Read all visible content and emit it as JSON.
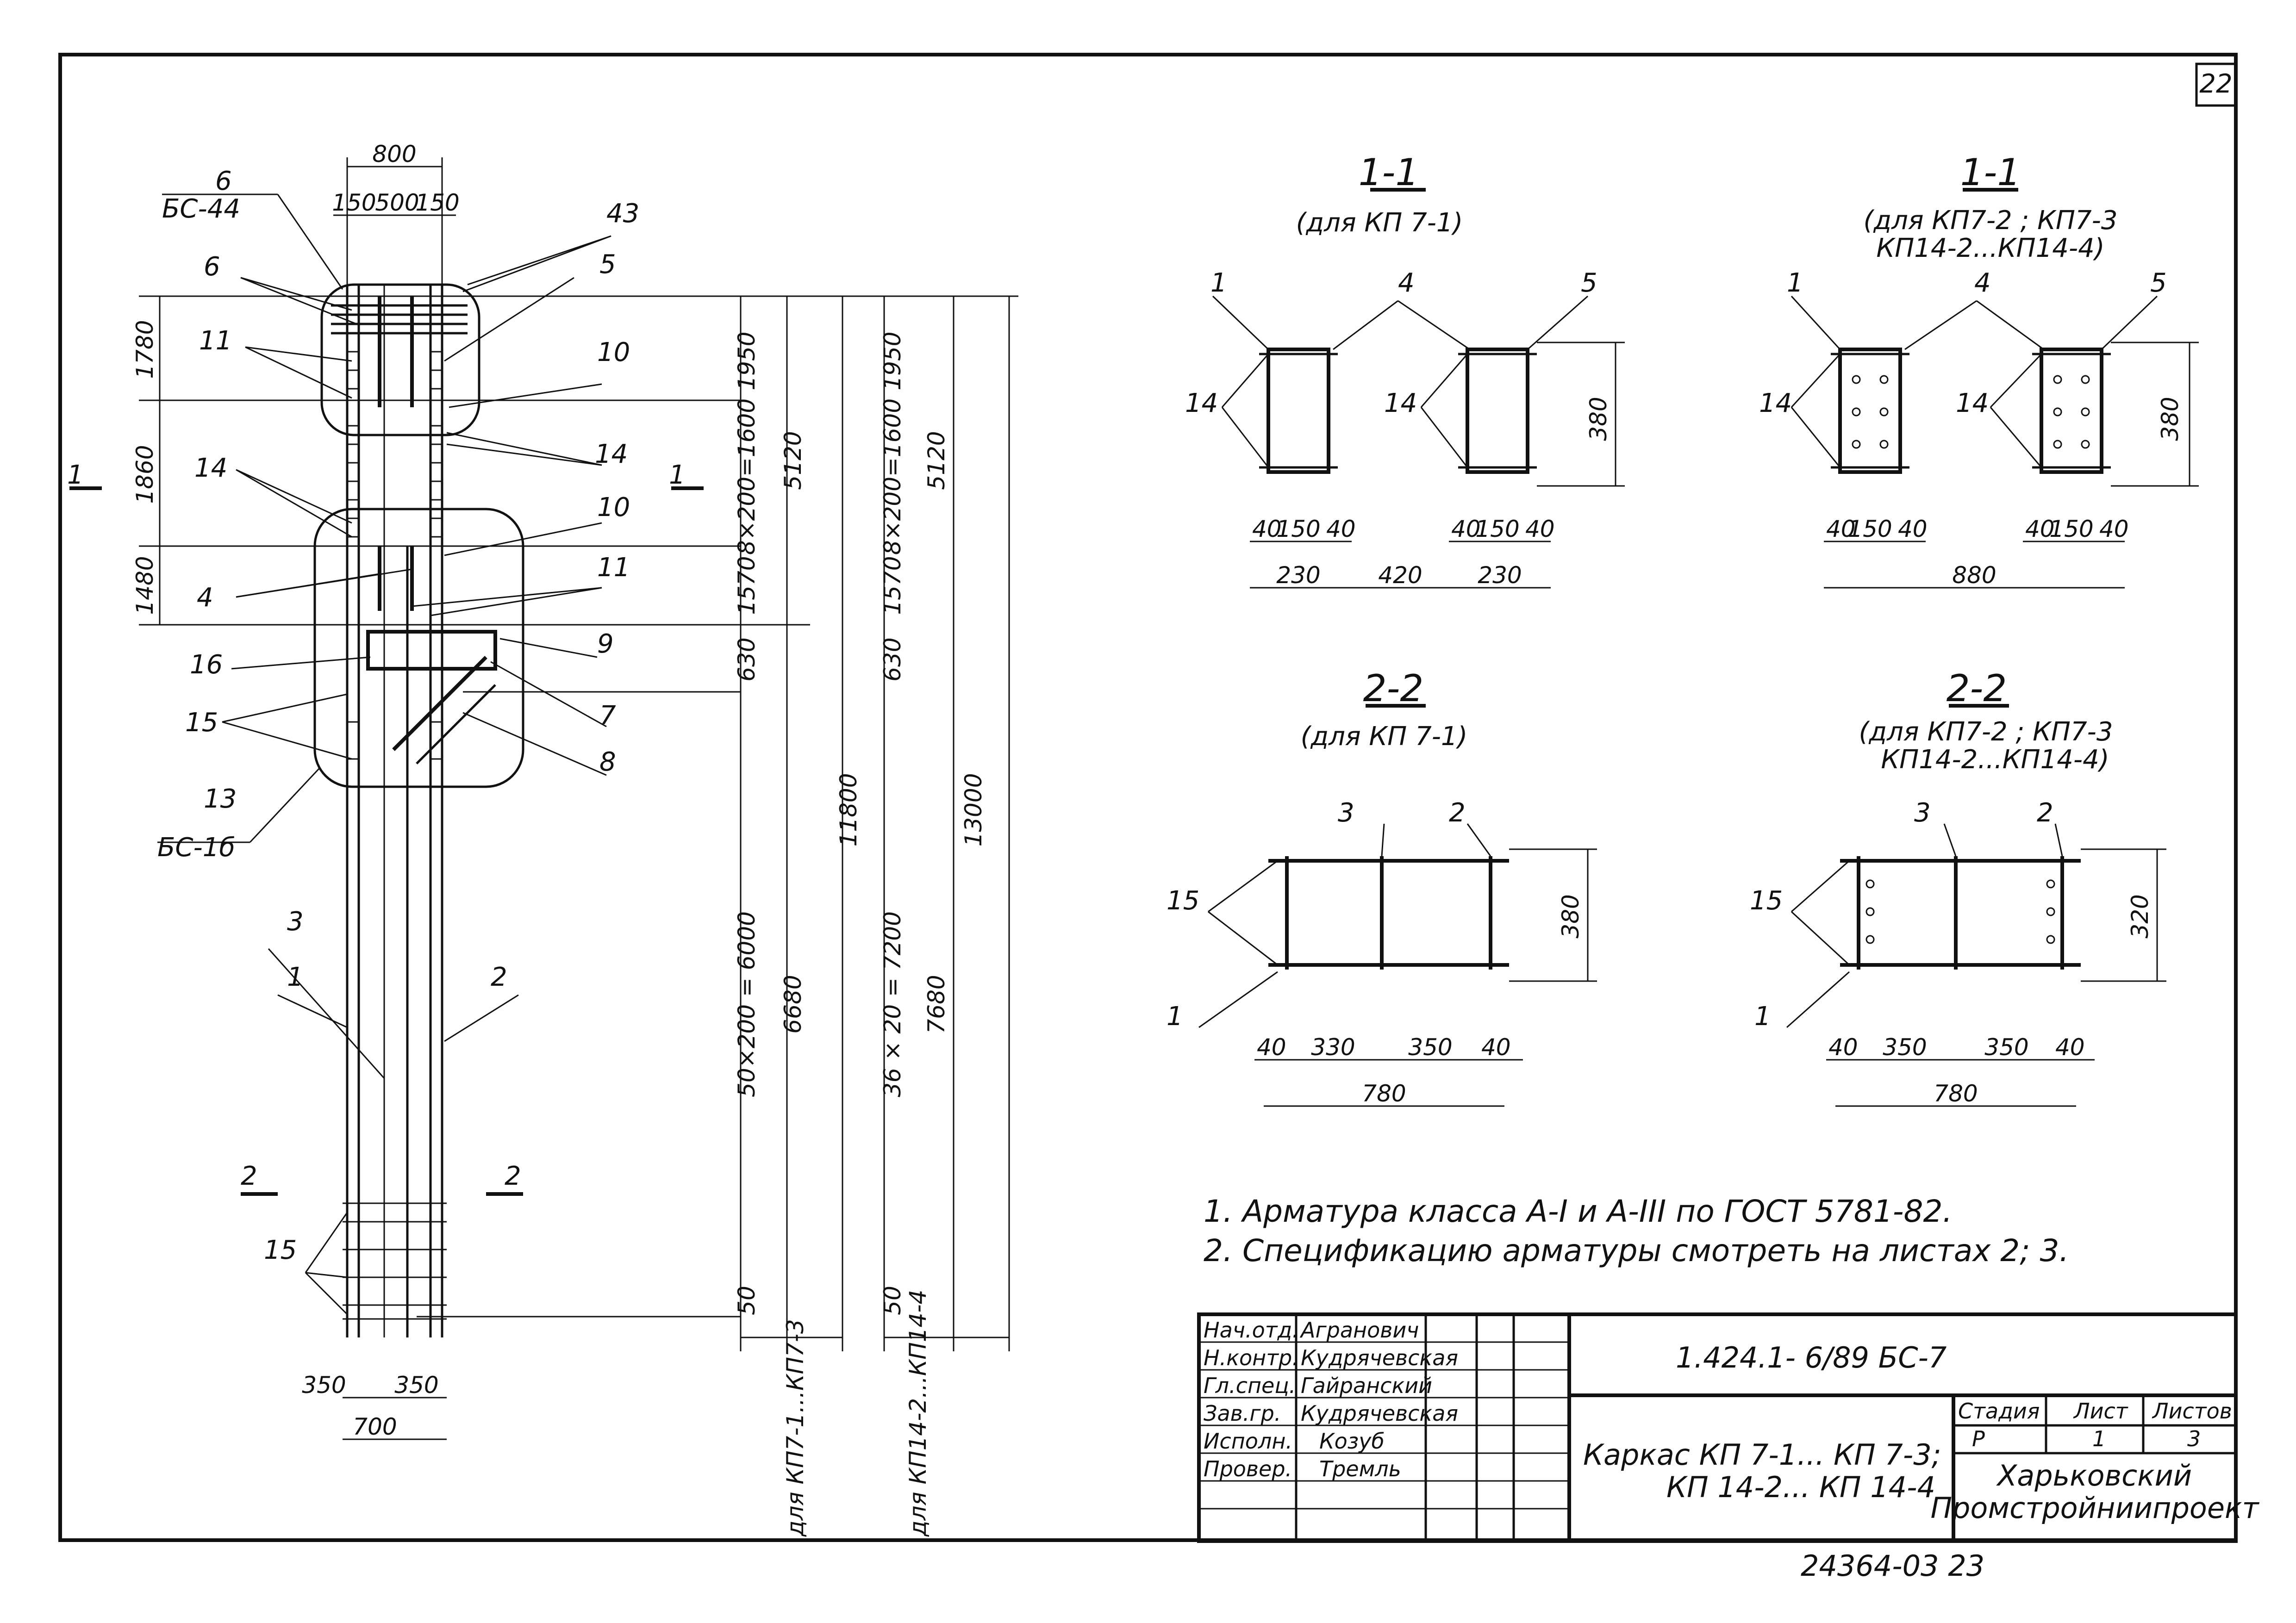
{
  "sheet_corner_number": "22",
  "page_stamp": "24364-03 23",
  "elevation": {
    "dims": {
      "top_width": "800",
      "top_split": [
        "150",
        "500",
        "150"
      ],
      "bottom_split": [
        "350",
        "350"
      ],
      "bottom_width": "700",
      "left_vertical": [
        "1780",
        "1860",
        "1480"
      ],
      "col_a": [
        "1950",
        "8×200=1600",
        "1570",
        "630",
        "50×200 = 6000",
        "50"
      ],
      "col_a_totals": [
        "5120",
        "6680",
        "11800"
      ],
      "col_b": [
        "1950",
        "8×200=1600",
        "1570",
        "630",
        "36 × 20 = 7200",
        "50"
      ],
      "col_b_totals": [
        "5120",
        "7680",
        "13000"
      ],
      "col_a_caption": "для КП7-1...КП7-3",
      "col_b_caption": "для КП14-2...КП14-4"
    },
    "labels": {
      "l6": "6",
      "l6_sub": "БС-44",
      "l6b": "6",
      "l11": "11",
      "l14": "14",
      "l4": "4",
      "l16": "16",
      "l15": "15",
      "l13": "13",
      "l13_sub": "БС-1б",
      "l43": "43",
      "l5": "5",
      "l10": "10",
      "l14r": "14",
      "l10b": "10",
      "l11b": "11",
      "l9": "9",
      "l7": "7",
      "l8": "8",
      "l3": "3",
      "l1": "1",
      "l2": "2",
      "l15b": "15"
    },
    "section_marks": {
      "s1": "1",
      "s2": "2"
    }
  },
  "sections": {
    "s11a": {
      "title": "1-1",
      "subtitle": "(для КП 7-1)",
      "labels": [
        "1",
        "4",
        "5",
        "14",
        "14"
      ],
      "dims": [
        "380",
        "40",
        "150",
        "40",
        "40",
        "150",
        "40",
        "230",
        "420",
        "230"
      ]
    },
    "s11b": {
      "title": "1-1",
      "subtitle": "(для КП7-2 ; КП7-3",
      "subtitle2": "КП14-2...КП14-4)",
      "labels": [
        "1",
        "4",
        "5",
        "14",
        "14"
      ],
      "dims": [
        "380",
        "40",
        "150",
        "40",
        "40",
        "150",
        "40",
        "880"
      ]
    },
    "s22a": {
      "title": "2-2",
      "subtitle": "(для КП 7-1)",
      "labels": [
        "3",
        "2",
        "15",
        "1"
      ],
      "dims": [
        "380",
        "40",
        "330",
        "350",
        "40",
        "780"
      ]
    },
    "s22b": {
      "title": "2-2",
      "subtitle": "(для КП7-2 ; КП7-3",
      "subtitle2": "КП14-2...КП14-4)",
      "labels": [
        "3",
        "2",
        "15",
        "1"
      ],
      "dims": [
        "320",
        "40",
        "350",
        "350",
        "40",
        "780"
      ]
    }
  },
  "notes": [
    "1. Арматура класса А-I и А-III по ГОСТ 5781-82.",
    "2. Спецификацию арматуры смотреть на листах 2; 3."
  ],
  "title_block": {
    "roles": [
      "Нач.отд.",
      "Н.контр.",
      "Гл.спец.",
      "Зав.гр.",
      "Исполн.",
      "Провер."
    ],
    "names": [
      "Агранович",
      "Кудрячевская",
      "Гайранский",
      "Кудрячевская",
      "Козуб",
      "Тремль"
    ],
    "document_code": "1.424.1- 6/89   БС-7",
    "title_line1": "Каркас КП 7-1... КП 7-3;",
    "title_line2": "КП 14-2... КП 14-4",
    "stage_header": "Стадия",
    "sheet_header": "Лист",
    "sheets_header": "Листов",
    "stage": "Р",
    "sheet": "1",
    "sheets": "3",
    "org_line1": "Харьковский",
    "org_line2": "Промстройниипроект"
  }
}
